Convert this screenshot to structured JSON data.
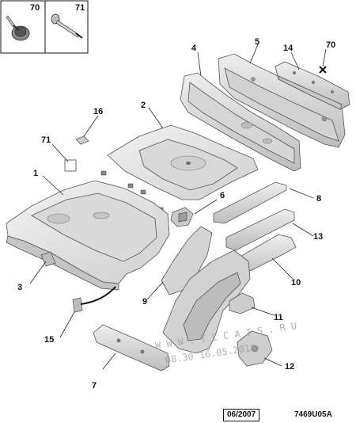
{
  "inset": {
    "labels": [
      "70",
      "71"
    ]
  },
  "callouts": {
    "p1": "1",
    "p2": "2",
    "p3": "3",
    "p4": "4",
    "p5": "5",
    "p6": "6",
    "p7": "7",
    "p8": "8",
    "p9": "9",
    "p10": "10",
    "p11": "11",
    "p12": "12",
    "p13": "13",
    "p14": "14",
    "p15": "15",
    "p16": "16",
    "p70": "70",
    "p71": "71"
  },
  "watermark": {
    "line1": "W W W . T L C A T S . R U",
    "line2": "08.30 16.05.2018"
  },
  "footer": {
    "date": "06/2007",
    "code": "7469U05A"
  },
  "colors": {
    "part_fill": "#e4e4e4",
    "part_shade": "#c9c9c9",
    "stroke": "#555555"
  }
}
